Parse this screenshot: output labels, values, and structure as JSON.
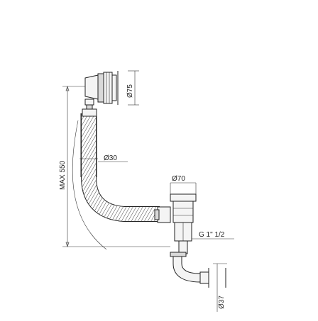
{
  "dimensions": {
    "max_height": "MAX 550",
    "overflow_diameter": "Ø75",
    "hose_diameter": "Ø30",
    "waste_diameter": "Ø70",
    "thread": "G 1\" 1/2",
    "outlet_diameter": "Ø37"
  }
}
